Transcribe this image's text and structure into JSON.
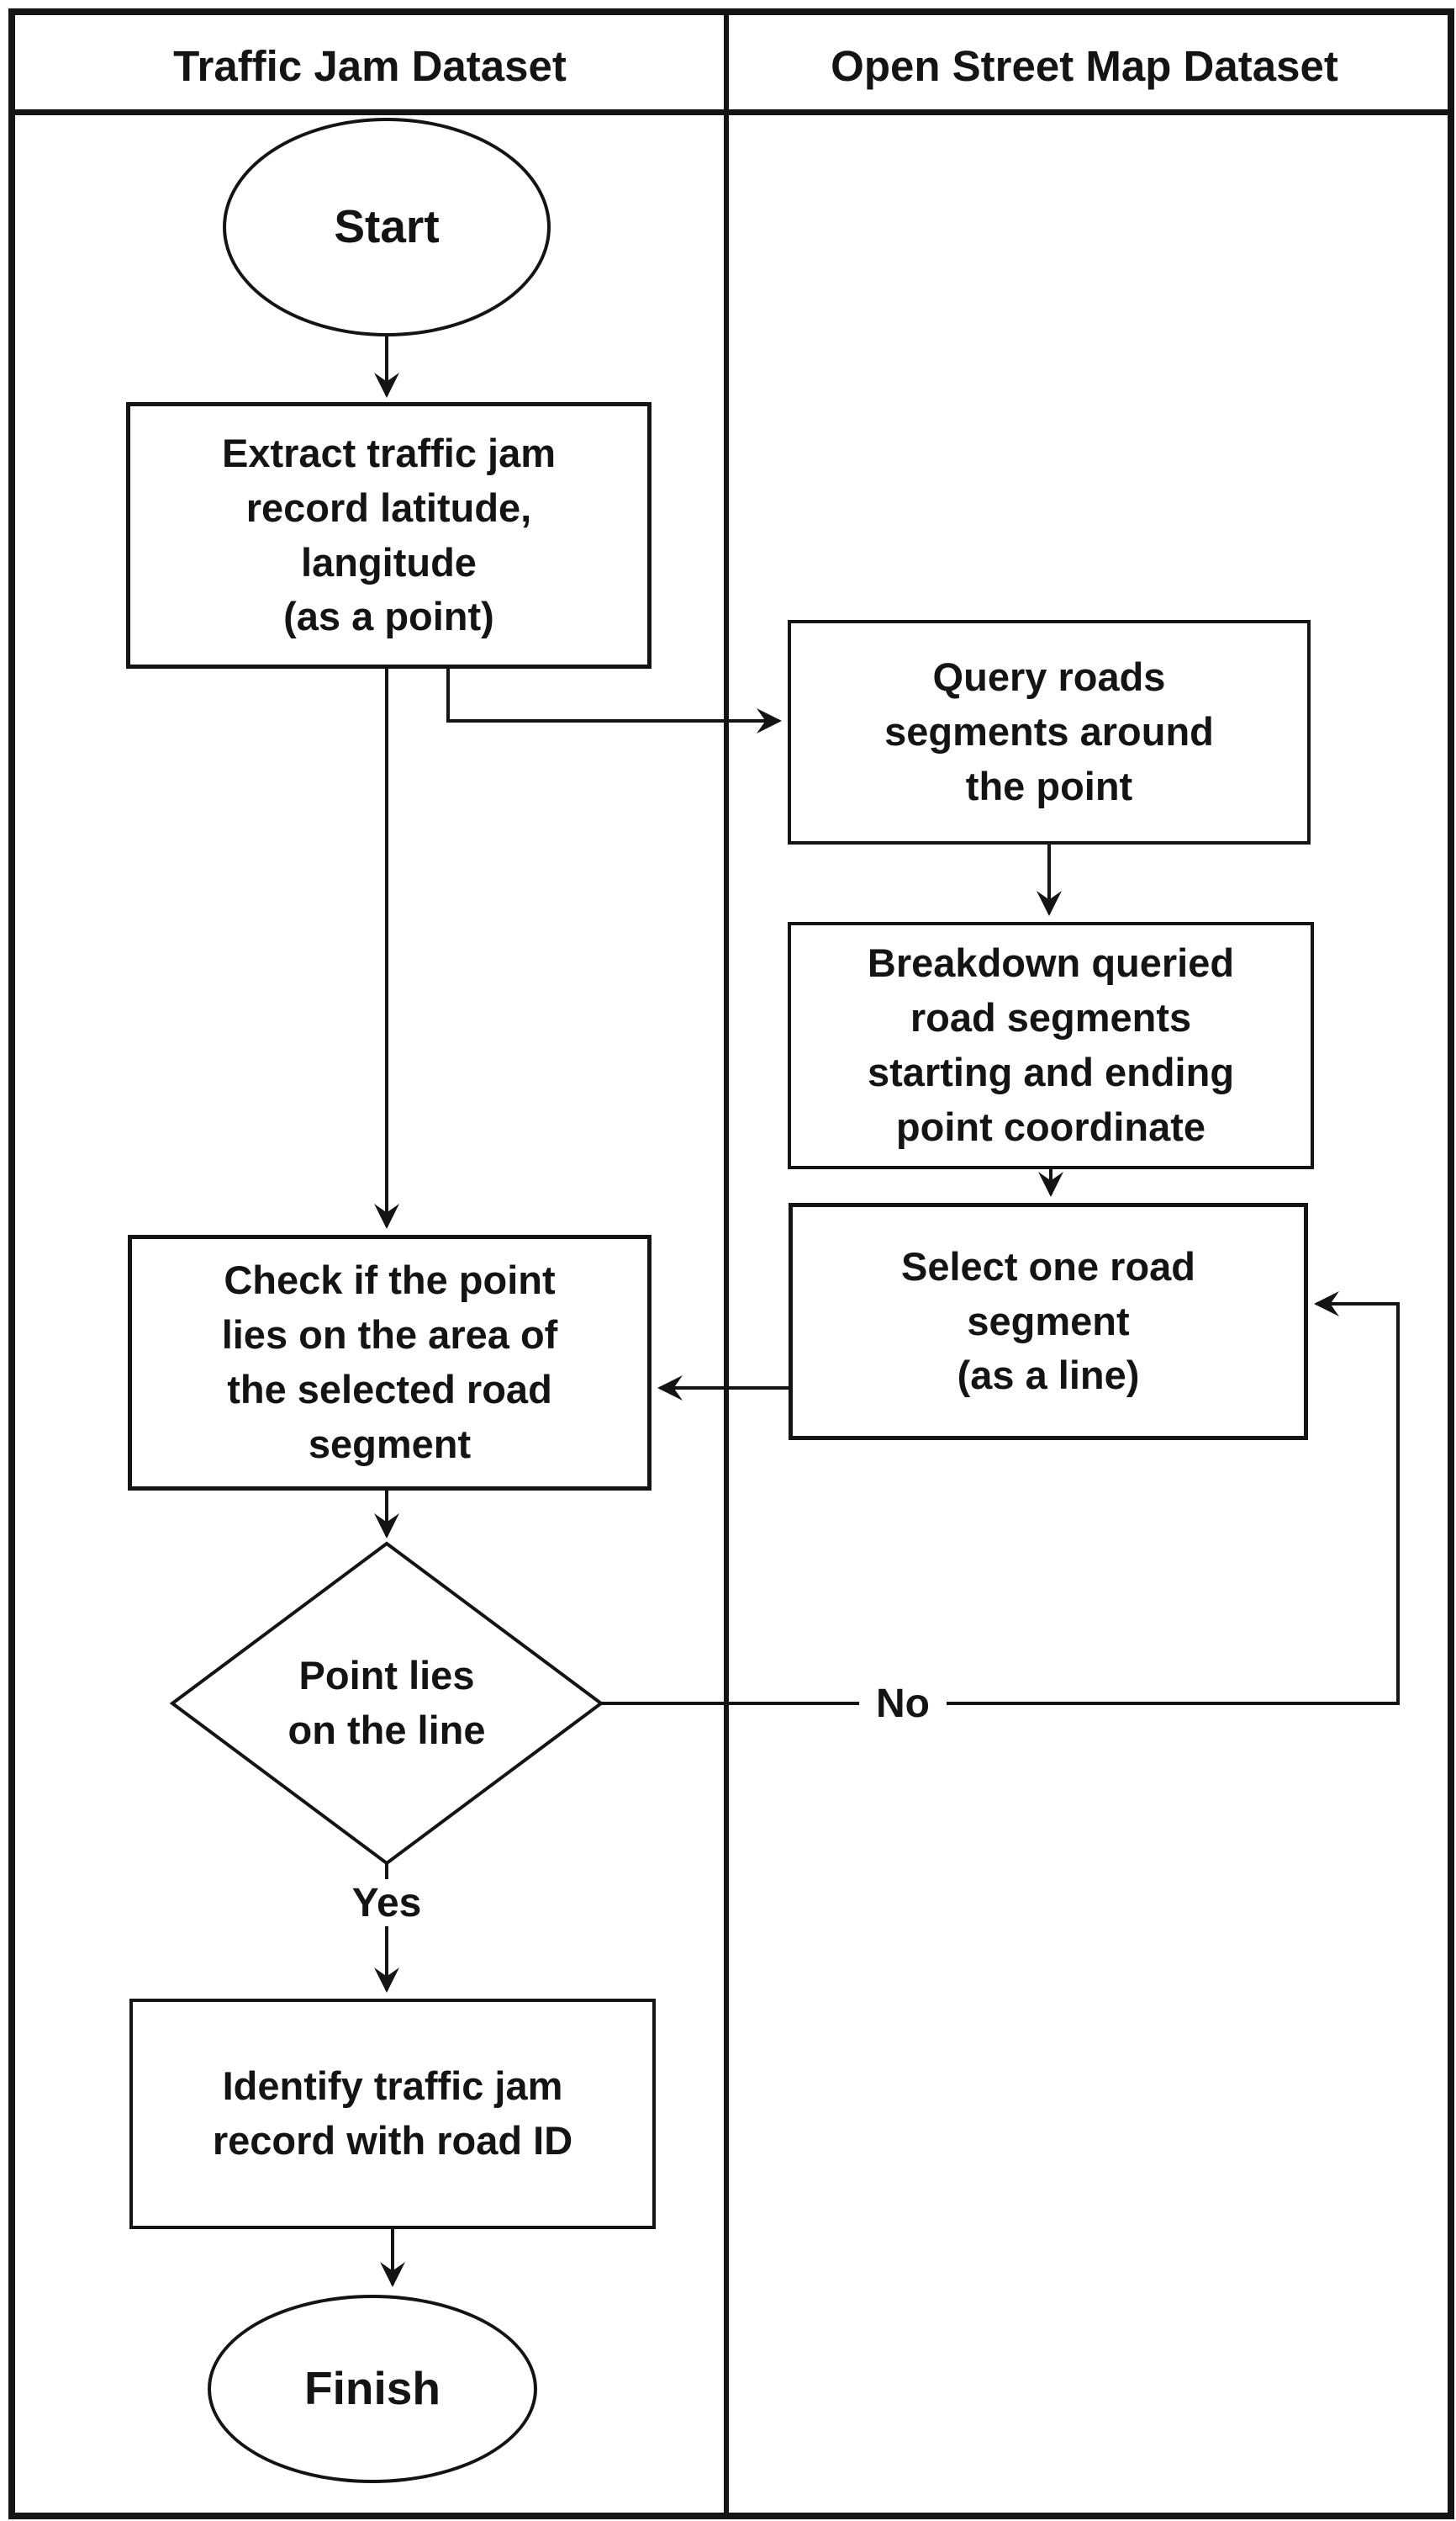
{
  "diagram": {
    "type": "flowchart",
    "lanes": [
      {
        "title": "Traffic Jam Dataset"
      },
      {
        "title": "Open Street Map Dataset"
      }
    ],
    "nodes": {
      "start": {
        "shape": "terminator",
        "label": "Start"
      },
      "extract": {
        "shape": "process",
        "label": "Extract traffic jam\nrecord latitude,\nlangitude\n(as a point)"
      },
      "query": {
        "shape": "process",
        "label": "Query roads\nsegments around\nthe point"
      },
      "breakdown": {
        "shape": "process",
        "label": "Breakdown queried\nroad segments\nstarting and ending\npoint coordinate"
      },
      "check": {
        "shape": "process",
        "label": "Check if the point\nlies on the area of\nthe selected road\nsegment"
      },
      "select": {
        "shape": "process",
        "label": "Select one road\nsegment\n(as a line)"
      },
      "decision": {
        "shape": "decision",
        "label": "Point lies\non the line"
      },
      "identify": {
        "shape": "process",
        "label": "Identify traffic jam\nrecord with road ID"
      },
      "finish": {
        "shape": "terminator",
        "label": "Finish"
      }
    },
    "edge_labels": {
      "yes": "Yes",
      "no": "No"
    },
    "colors": {
      "ink": "#141414",
      "background": "#ffffff"
    }
  }
}
